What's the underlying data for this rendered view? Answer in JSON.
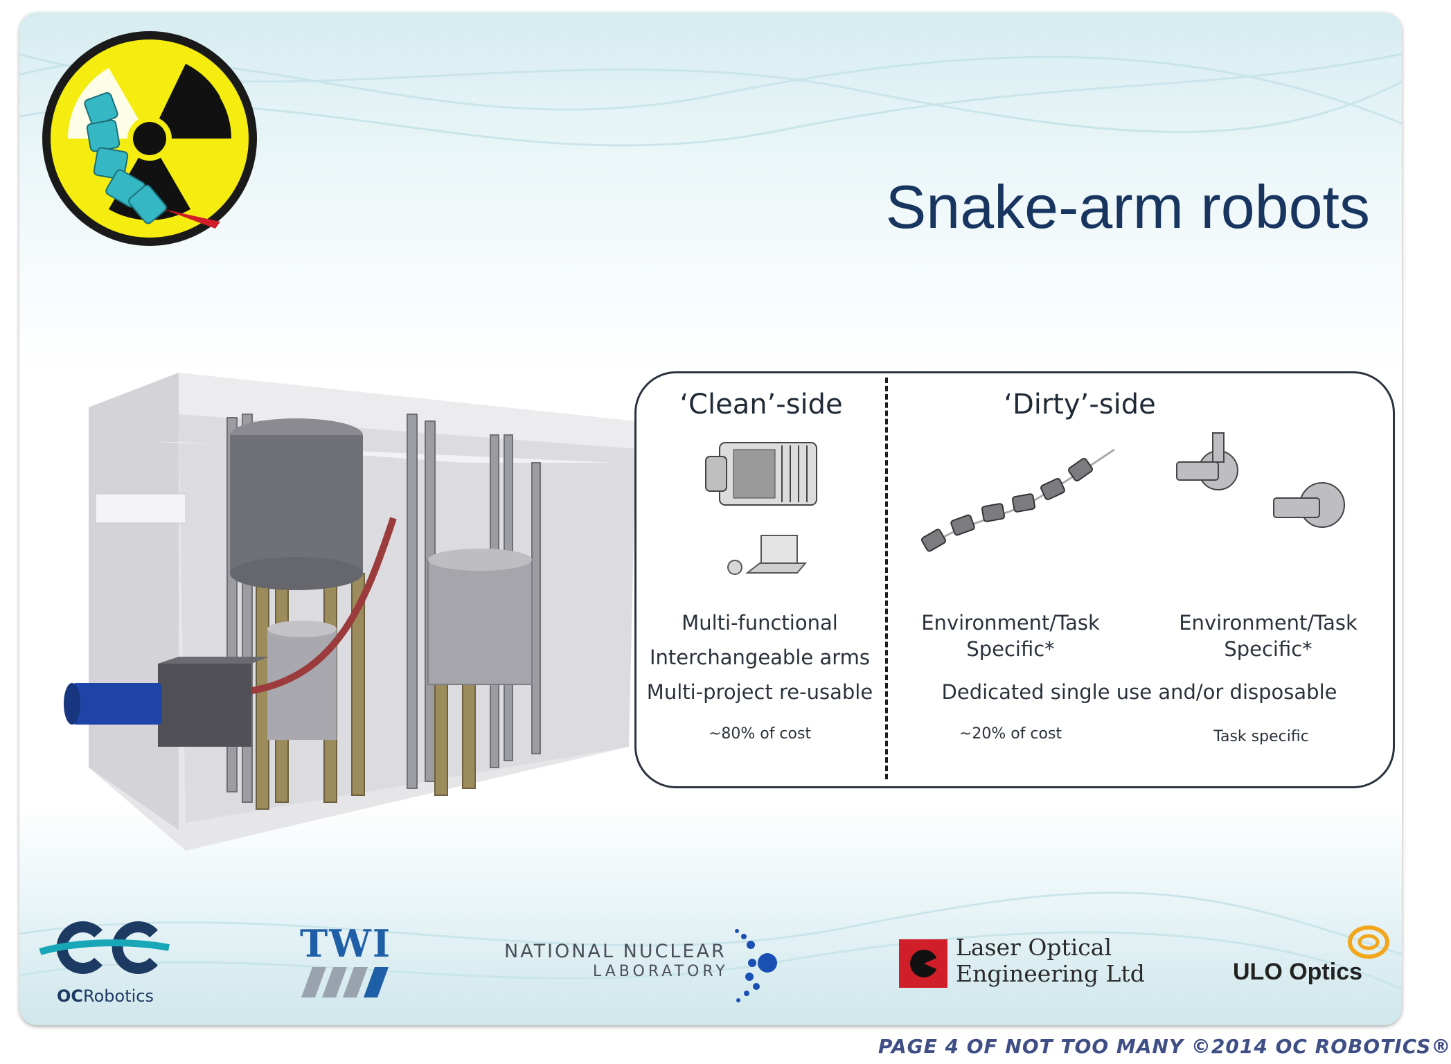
{
  "slide": {
    "title": "Snake-arm robots"
  },
  "comparison": {
    "clean_side": {
      "heading": "‘Clean’-side",
      "line1": "Multi-functional",
      "line2": "Interchangeable arms",
      "line3": "Multi-project re-usable",
      "cost": "~80% of cost"
    },
    "dirty_side": {
      "heading": "‘Dirty’-side",
      "left_specific": "Environment/Task\nSpecific*",
      "right_specific": "Environment/Task\nSpecific*",
      "dedicated": "Dedicated single use and/or disposable",
      "left_cost": "~20% of cost",
      "right_cost": "Task specific"
    }
  },
  "partners": {
    "oc_robotics": {
      "bold": "OC",
      "rest": "Robotics"
    },
    "twi": "TWI",
    "nnl": {
      "line1": "NATIONAL NUCLEAR",
      "line2": "LABORATORY"
    },
    "laser_optical": {
      "line1": "Laser Optical",
      "line2": "Engineering Ltd"
    },
    "ulo": "ULO Optics"
  },
  "footer": "PAGE 4 OF NOT TOO MANY ©2014 OC ROBOTICS®",
  "colors": {
    "title": "#17355f",
    "hazard_yellow": "#f5ec10",
    "snake_cyan": "#35b8c4",
    "oc_teal": "#17a7b7",
    "oc_navy": "#1d3a63",
    "twi_blue": "#1f5fa8",
    "nnl_blue": "#1a4fb3",
    "laser_red": "#d11f2a",
    "ulo_orange": "#f2a61c",
    "footer": "#3f4e85"
  },
  "icons": [
    "radiation-hazard-icon",
    "snake-arm-icon"
  ]
}
